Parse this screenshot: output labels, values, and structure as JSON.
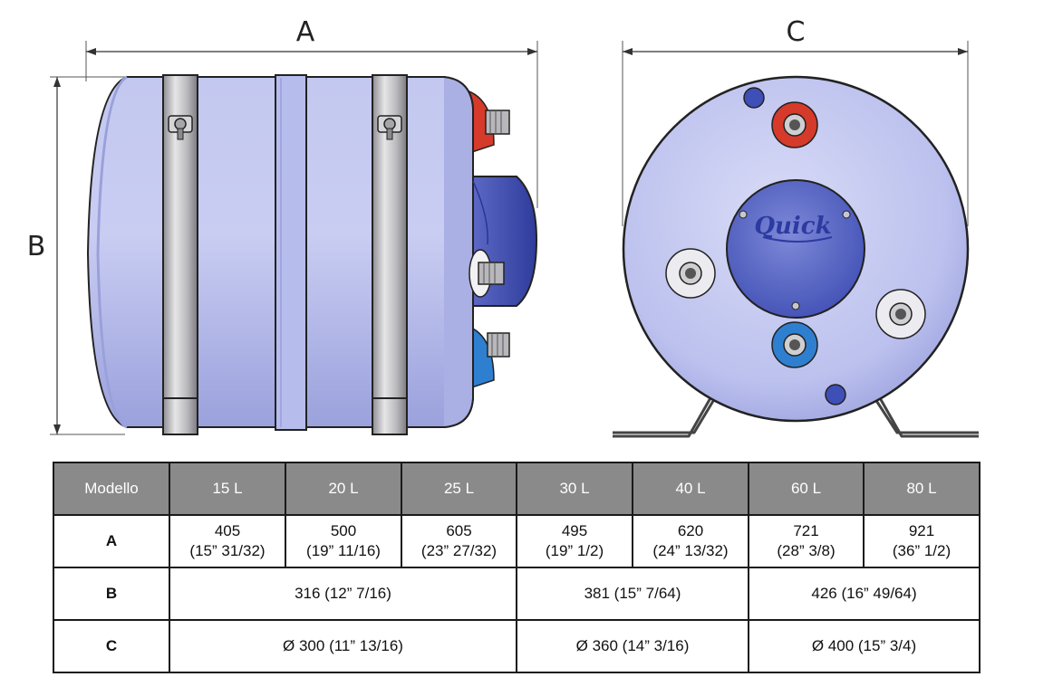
{
  "dimension_labels": {
    "a": "A",
    "b": "B",
    "c": "C"
  },
  "logo_text": "Quick",
  "colors": {
    "tank_body": "#b7bdea",
    "tank_shade": "#8e95d6",
    "cap_blue": "#3f4fb8",
    "hot_port": "#d63a2a",
    "cold_port": "#2f7fd0",
    "band_metal": "#c9c9cc",
    "header_bg": "#8a8a8a"
  },
  "table": {
    "header": [
      "Modello",
      "15 L",
      "20 L",
      "25 L",
      "30 L",
      "40 L",
      "60 L",
      "80 L"
    ],
    "row_a": {
      "label": "A",
      "cells": [
        {
          "line1": "405",
          "line2": "(15” 31/32)"
        },
        {
          "line1": "500",
          "line2": "(19” 11/16)"
        },
        {
          "line1": "605",
          "line2": "(23” 27/32)"
        },
        {
          "line1": "495",
          "line2": "(19” 1/2)"
        },
        {
          "line1": "620",
          "line2": "(24” 13/32)"
        },
        {
          "line1": "721",
          "line2": "(28” 3/8)"
        },
        {
          "line1": "921",
          "line2": "(36” 1/2)"
        }
      ]
    },
    "row_b": {
      "label": "B",
      "groups": [
        "316 (12” 7/16)",
        "381 (15” 7/64)",
        "426 (16” 49/64)"
      ]
    },
    "row_c": {
      "label": "C",
      "groups": [
        "Ø 300 (11” 13/16)",
        "Ø 360 (14” 3/16)",
        "Ø 400 (15” 3/4)"
      ]
    }
  }
}
